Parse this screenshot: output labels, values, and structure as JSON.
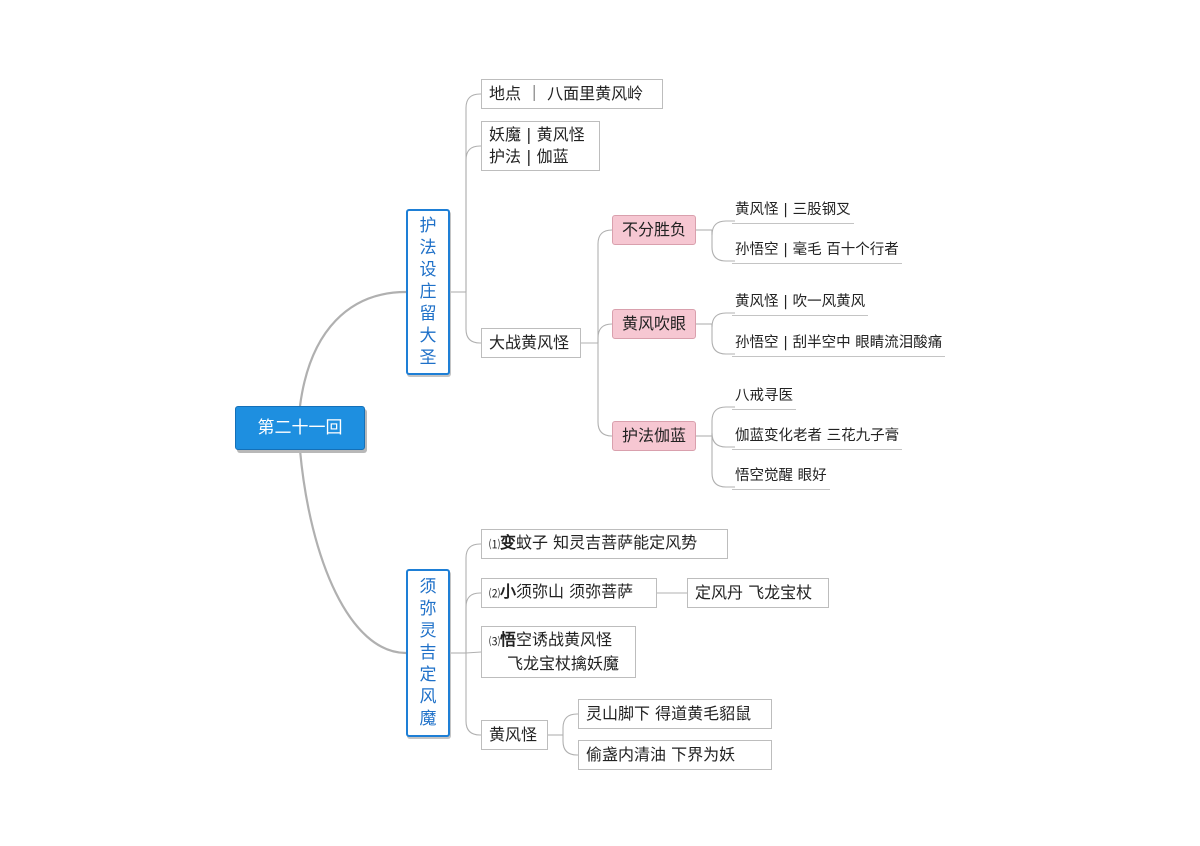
{
  "root": {
    "label": "第二十一回"
  },
  "branch1": {
    "title_chars": [
      "护",
      "法",
      "设",
      "庄",
      "留",
      "大",
      "圣"
    ],
    "location": "地点 ｜ 八面里黄风岭",
    "roles": {
      "line1": "妖魔 | 黄风怪",
      "line2": "护法 | 伽蓝"
    },
    "battle": {
      "label": "大战黄风怪",
      "phases": [
        {
          "label": "不分胜负",
          "items": [
            "黄风怪 | 三股钢叉",
            "孙悟空 | 毫毛 百十个行者"
          ]
        },
        {
          "label": "黄风吹眼",
          "items": [
            "黄风怪 | 吹一风黄风",
            "孙悟空 | 刮半空中 眼睛流泪酸痛"
          ]
        },
        {
          "label": "护法伽蓝",
          "items": [
            "八戒寻医",
            "伽蓝变化老者 三花九子膏",
            "悟空觉醒 眼好"
          ]
        }
      ]
    }
  },
  "branch2": {
    "title_chars": [
      "须",
      "弥",
      "灵",
      "吉",
      "定",
      "风",
      "魔"
    ],
    "step1": {
      "num": "⑴",
      "key": "变",
      "rest": "蚊子  知灵吉菩萨能定风势"
    },
    "step2": {
      "num": "⑵",
      "key": "小",
      "rest": "须弥山  须弥菩萨",
      "child": "定风丹  飞龙宝杖"
    },
    "step3": {
      "num": "⑶",
      "key": "悟",
      "rest": "空诱战黄风怪",
      "line2": "飞龙宝杖擒妖魔"
    },
    "monster": {
      "label": "黄风怪",
      "items": [
        "灵山脚下  得道黄毛貂鼠",
        "偷盏内清油      下界为妖"
      ]
    }
  },
  "colors": {
    "root_fill": "#1e8fe0",
    "main_border": "#1e7fd6",
    "main_text": "#1e70c8",
    "phase_fill": "#f6c7d2",
    "connector": "#b0b0b0"
  }
}
